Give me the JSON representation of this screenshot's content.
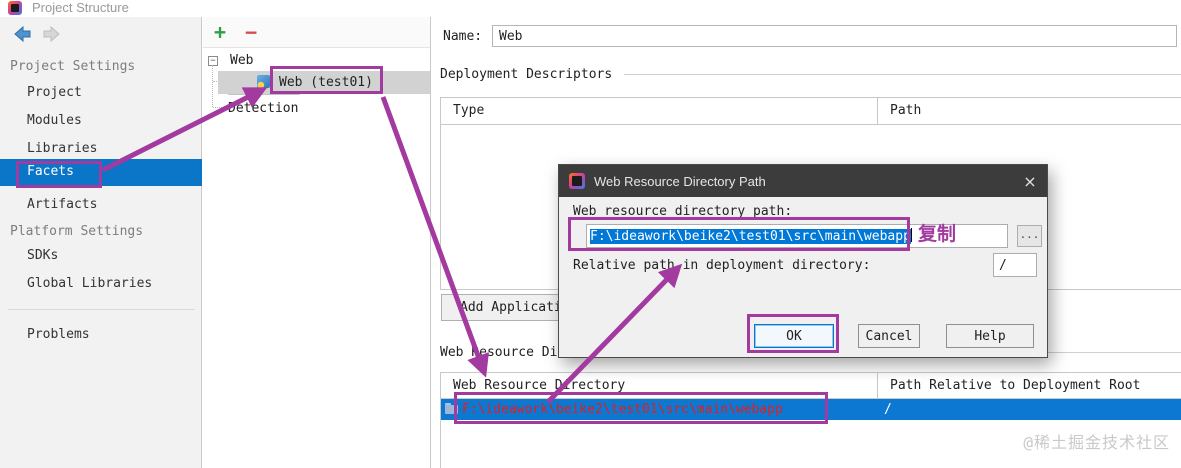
{
  "window": {
    "title": "Project Structure"
  },
  "icons": {
    "close": "×",
    "browse": "...",
    "add": "+",
    "remove": "−",
    "collapse": "−"
  },
  "colors": {
    "selection_blue": "#0b76c8",
    "row_selection_blue": "#0c78d2",
    "annotation_purple": "#a23aa0",
    "invalid_path_red": "#e01f1f",
    "dialog_titlebar": "#3c3c3c"
  },
  "sidebar": {
    "headings": [
      "Project Settings",
      "Platform Settings"
    ],
    "project_items": [
      "Project",
      "Modules",
      "Libraries",
      "Facets",
      "Artifacts"
    ],
    "platform_items": [
      "SDKs",
      "Global Libraries"
    ],
    "problems_label": "Problems",
    "selected_item": "Facets"
  },
  "facet_tree": {
    "root": "Web",
    "selected": "Web (test01)",
    "detection": "Detection"
  },
  "facet_editor": {
    "name_label": "Name:",
    "name_value": "Web",
    "deployment_section": "Deployment Descriptors",
    "deployment_columns": [
      "Type",
      "Path"
    ],
    "add_button_visible_text": "Add Applicati",
    "resources_section_visible_text": "Web Resource Dire",
    "resources_columns": [
      "Web Resource Directory",
      "Path Relative to Deployment Root"
    ],
    "resources_rows": [
      {
        "directory": "F:\\ideawork\\beike2\\test01\\src\\main\\webapp",
        "relative_path": "/"
      }
    ]
  },
  "dialog": {
    "title": "Web Resource Directory Path",
    "path_label": "Web resource directory path:",
    "path_value": "F:\\ideawork\\beike2\\test01\\src\\main\\webapp",
    "relative_label": "Relative path in deployment directory:",
    "relative_value": "/",
    "buttons": [
      "OK",
      "Cancel",
      "Help"
    ]
  },
  "annotations": {
    "copy_note": "复制"
  },
  "watermark": "@稀土掘金技术社区"
}
